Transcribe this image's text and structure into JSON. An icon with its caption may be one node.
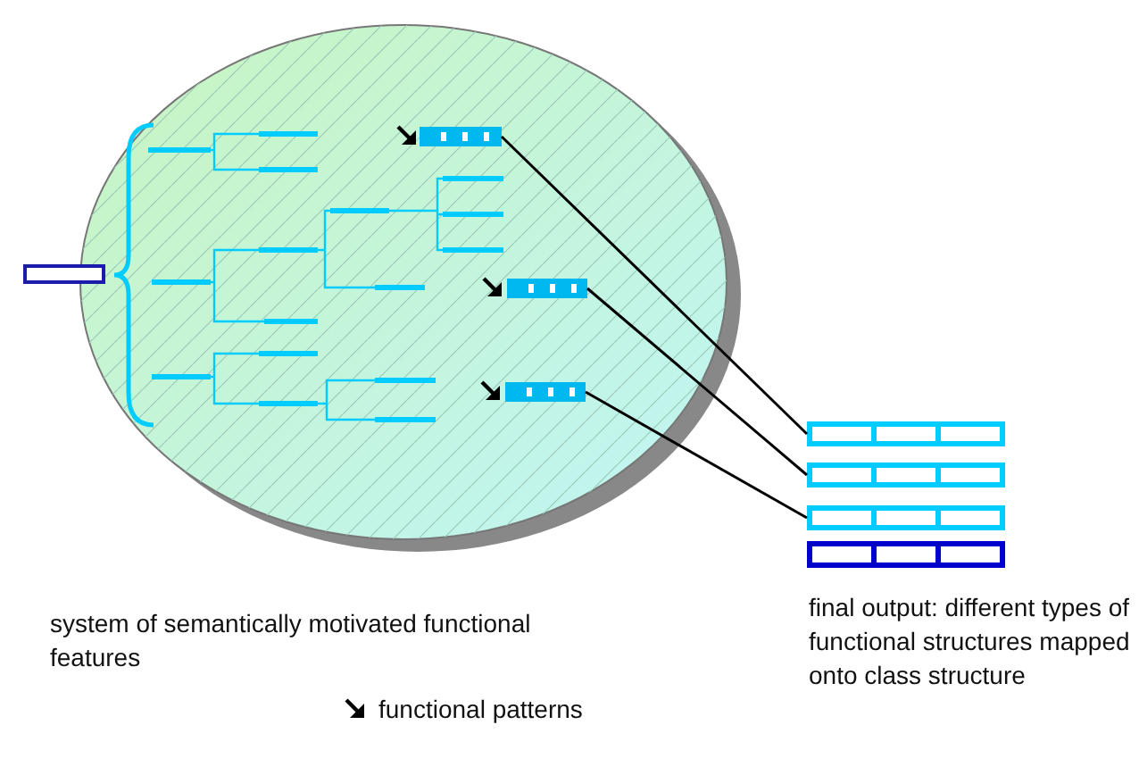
{
  "diagram": {
    "nodes": [
      {
        "text": [],
        "shape": "ellipse"
      },
      {
        "text": [],
        "shape": "box"
      },
      {
        "text": [],
        "shape": "box",
        "in": 0
      },
      {
        "text": [],
        "shape": "box",
        "in": 0
      },
      {
        "text": [],
        "shape": "box",
        "in": 0
      },
      {
        "text": [],
        "shape": "bar"
      },
      {
        "text": [],
        "shape": "bar"
      },
      {
        "text": [],
        "shape": "bar"
      },
      {
        "text": [],
        "shape": "bar"
      }
    ],
    "edges": [
      {
        "from": 2,
        "to": 5,
        "arrow": "none"
      },
      {
        "from": 3,
        "to": 6,
        "arrow": "none"
      },
      {
        "from": 4,
        "to": 7,
        "arrow": "none"
      }
    ],
    "labels": [
      "system of semantically motivated functional features",
      "final output: different types of functional structures mapped onto class structure"
    ],
    "legend": [
      {
        "text": "functional patterns"
      }
    ]
  }
}
